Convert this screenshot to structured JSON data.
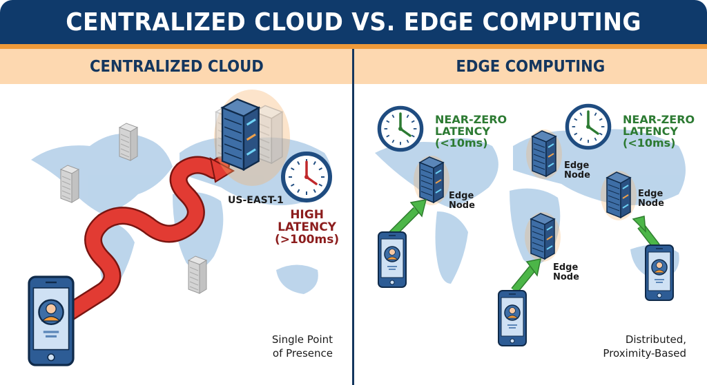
{
  "header": {
    "title": "CENTRALIZED CLOUD VS. EDGE COMPUTING"
  },
  "colors": {
    "title_bg": "#0f3a6b",
    "accent_orange": "#ef9a3a",
    "subheader_bg": "#fdd8b0",
    "map_blue": "#b9d3ea",
    "latency_red": "#8c1d1d",
    "route_red": "#e23b33",
    "latency_green": "#2c7a32",
    "arrow_green": "#4cb648"
  },
  "left_panel": {
    "heading": "CENTRALIZED CLOUD",
    "data_center": {
      "label": "US-EAST-1",
      "icon": "server-rack-icon"
    },
    "latency": {
      "line1": "HIGH",
      "line2": "LATENCY",
      "line3": "(>100ms)",
      "icon": "clock-icon"
    },
    "inactive_servers": 3,
    "caption": {
      "line1": "Single Point",
      "line2": "of Presence"
    }
  },
  "right_panel": {
    "heading": "EDGE COMPUTING",
    "latency_badges": [
      {
        "line1": "NEAR-ZERO",
        "line2": "LATENCY",
        "line3": "(<10ms)"
      },
      {
        "line1": "NEAR-ZERO",
        "line2": "LATENCY",
        "line3": "(<10ms)"
      }
    ],
    "edge_nodes": [
      {
        "line1": "Edge",
        "line2": "Node"
      },
      {
        "line1": "Edge",
        "line2": "Node"
      },
      {
        "line1": "Edge",
        "line2": "Node"
      },
      {
        "line1": "Edge",
        "line2": "Node"
      }
    ],
    "caption": {
      "line1": "Distributed,",
      "line2": "Proximity-Based"
    }
  }
}
